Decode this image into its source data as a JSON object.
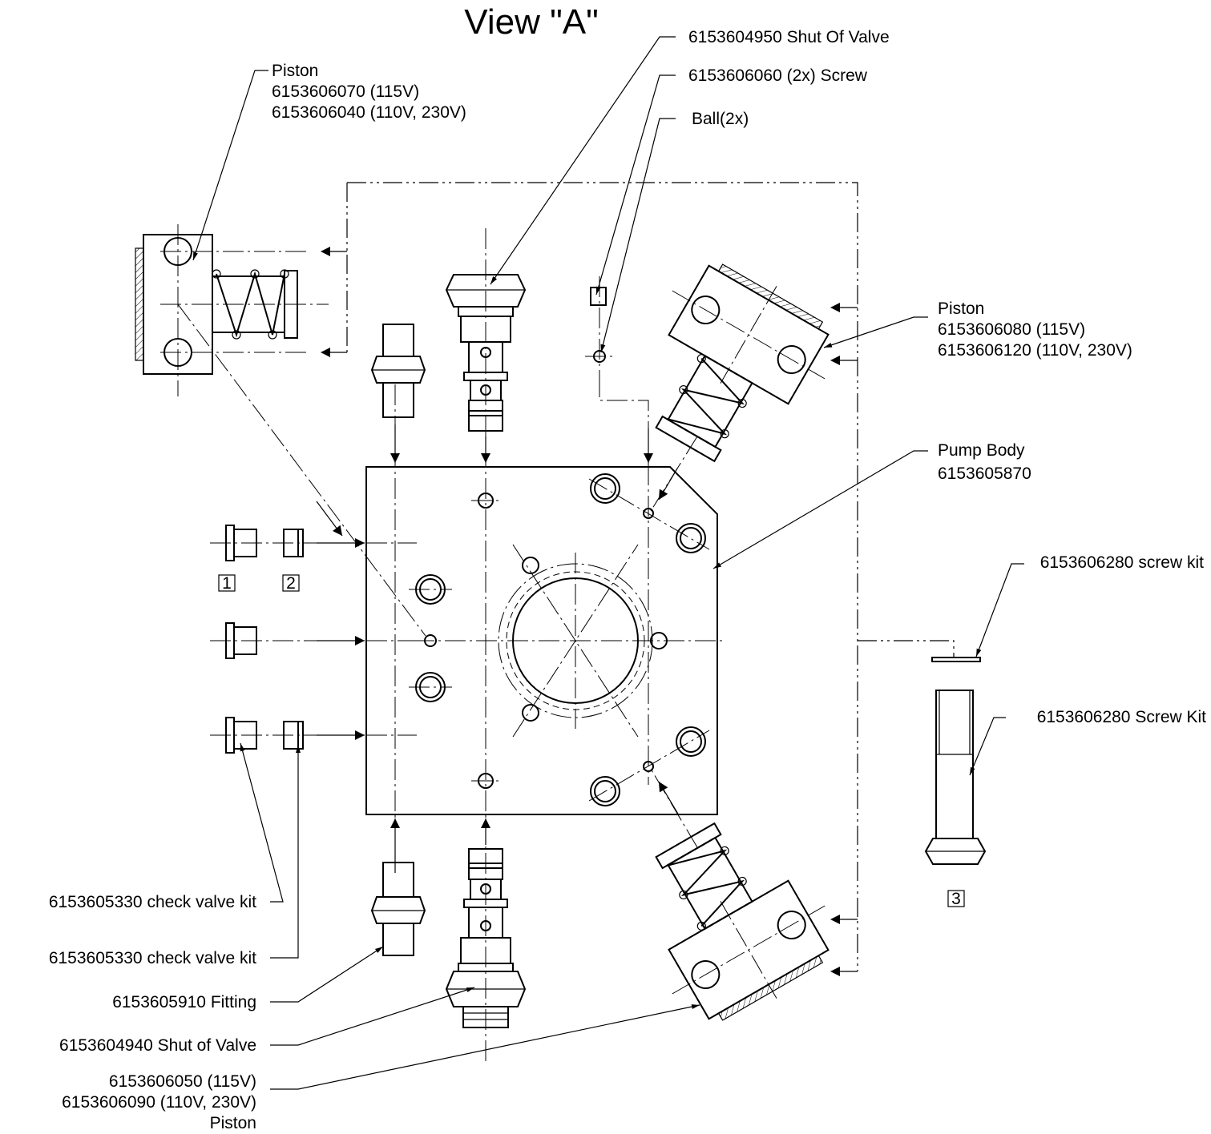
{
  "title": "View \"A\"",
  "callouts": {
    "piston_top_left": [
      "Piston",
      "6153606070 (115V)",
      "6153606040 (110V, 230V)"
    ],
    "shut_valve_top": "6153604950 Shut Of Valve",
    "screw": "6153606060 (2x) Screw",
    "ball": "Ball(2x)",
    "piston_right": [
      "Piston",
      "6153606080 (115V)",
      "6153606120 (110V, 230V)"
    ],
    "pump_body": [
      "Pump Body",
      "6153605870"
    ],
    "screw_kit_small": "6153606280 screw kit",
    "screw_kit_large": "6153606280 Screw Kit",
    "check_valve_1": "6153605330 check valve kit",
    "check_valve_2": "6153605330 check valve kit",
    "fitting": "6153605910 Fitting",
    "shut_valve_bottom": "6153604940 Shut of Valve",
    "piston_bottom": [
      "6153606050 (115V)",
      "6153606090 (110V, 230V)",
      "Piston"
    ]
  },
  "item_tags": [
    "1",
    "2",
    "3"
  ]
}
